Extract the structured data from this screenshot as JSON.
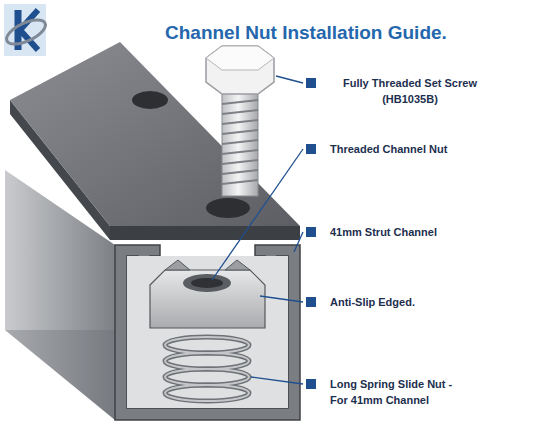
{
  "diagram": {
    "title": "Channel Nut Installation Guide.",
    "labels": [
      "Fully Threaded Set Screw (HB1035B)",
      "Threaded Channel Nut",
      "41mm Strut Channel",
      "Anti-Slip Edged.",
      "Long Spring Slide Nut - For 41mm Channel"
    ]
  }
}
